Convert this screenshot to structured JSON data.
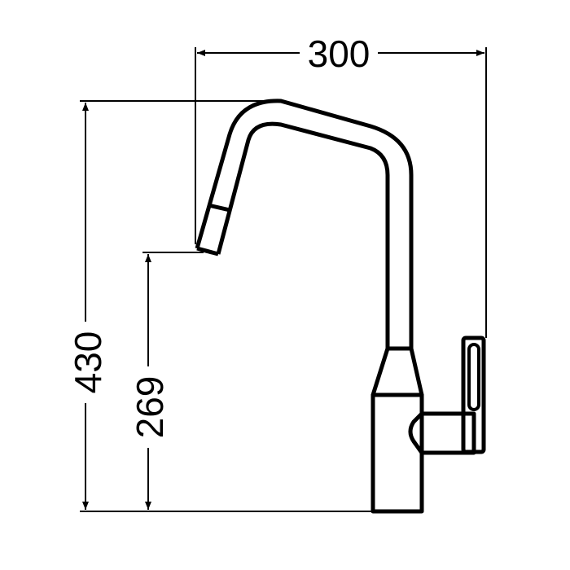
{
  "drawing": {
    "subject": "faucet-side-view",
    "line_color": "#000000",
    "dimensions": {
      "width": "300",
      "height": "430",
      "spout_height": "269"
    }
  }
}
